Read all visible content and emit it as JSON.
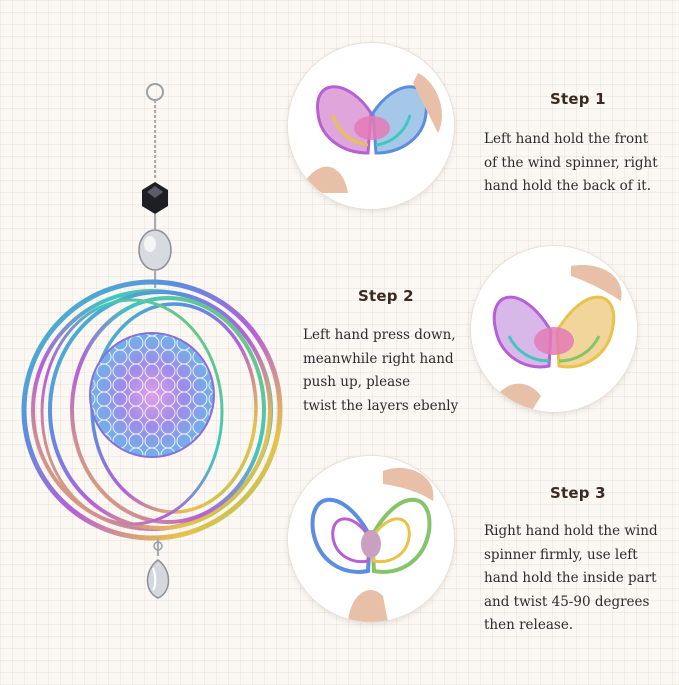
{
  "product": {
    "image_name": "flower-of-life-wind-spinner",
    "colors": [
      "#3fc7c0",
      "#5c8de0",
      "#b760d6",
      "#e07ab8",
      "#e8c24a",
      "#86c46a"
    ]
  },
  "steps": [
    {
      "title": "Step 1",
      "lines": [
        "Left hand hold the front",
        "of the wind spinner, right",
        "hand hold the back of it."
      ],
      "illustration": "butterfly-spinner-photo"
    },
    {
      "title": "Step 2",
      "lines": [
        "Left hand press down,",
        "meanwhile right hand",
        "push up, please",
        "twist the layers ebenly"
      ],
      "illustration": "butterfly-spinner-photo"
    },
    {
      "title": "Step 3",
      "lines": [
        "Right hand hold the wind",
        "spinner firmly, use left",
        "hand hold the inside part",
        "and twist 45-90 degrees",
        "then release."
      ],
      "illustration": "butterfly-spinner-photo"
    }
  ]
}
